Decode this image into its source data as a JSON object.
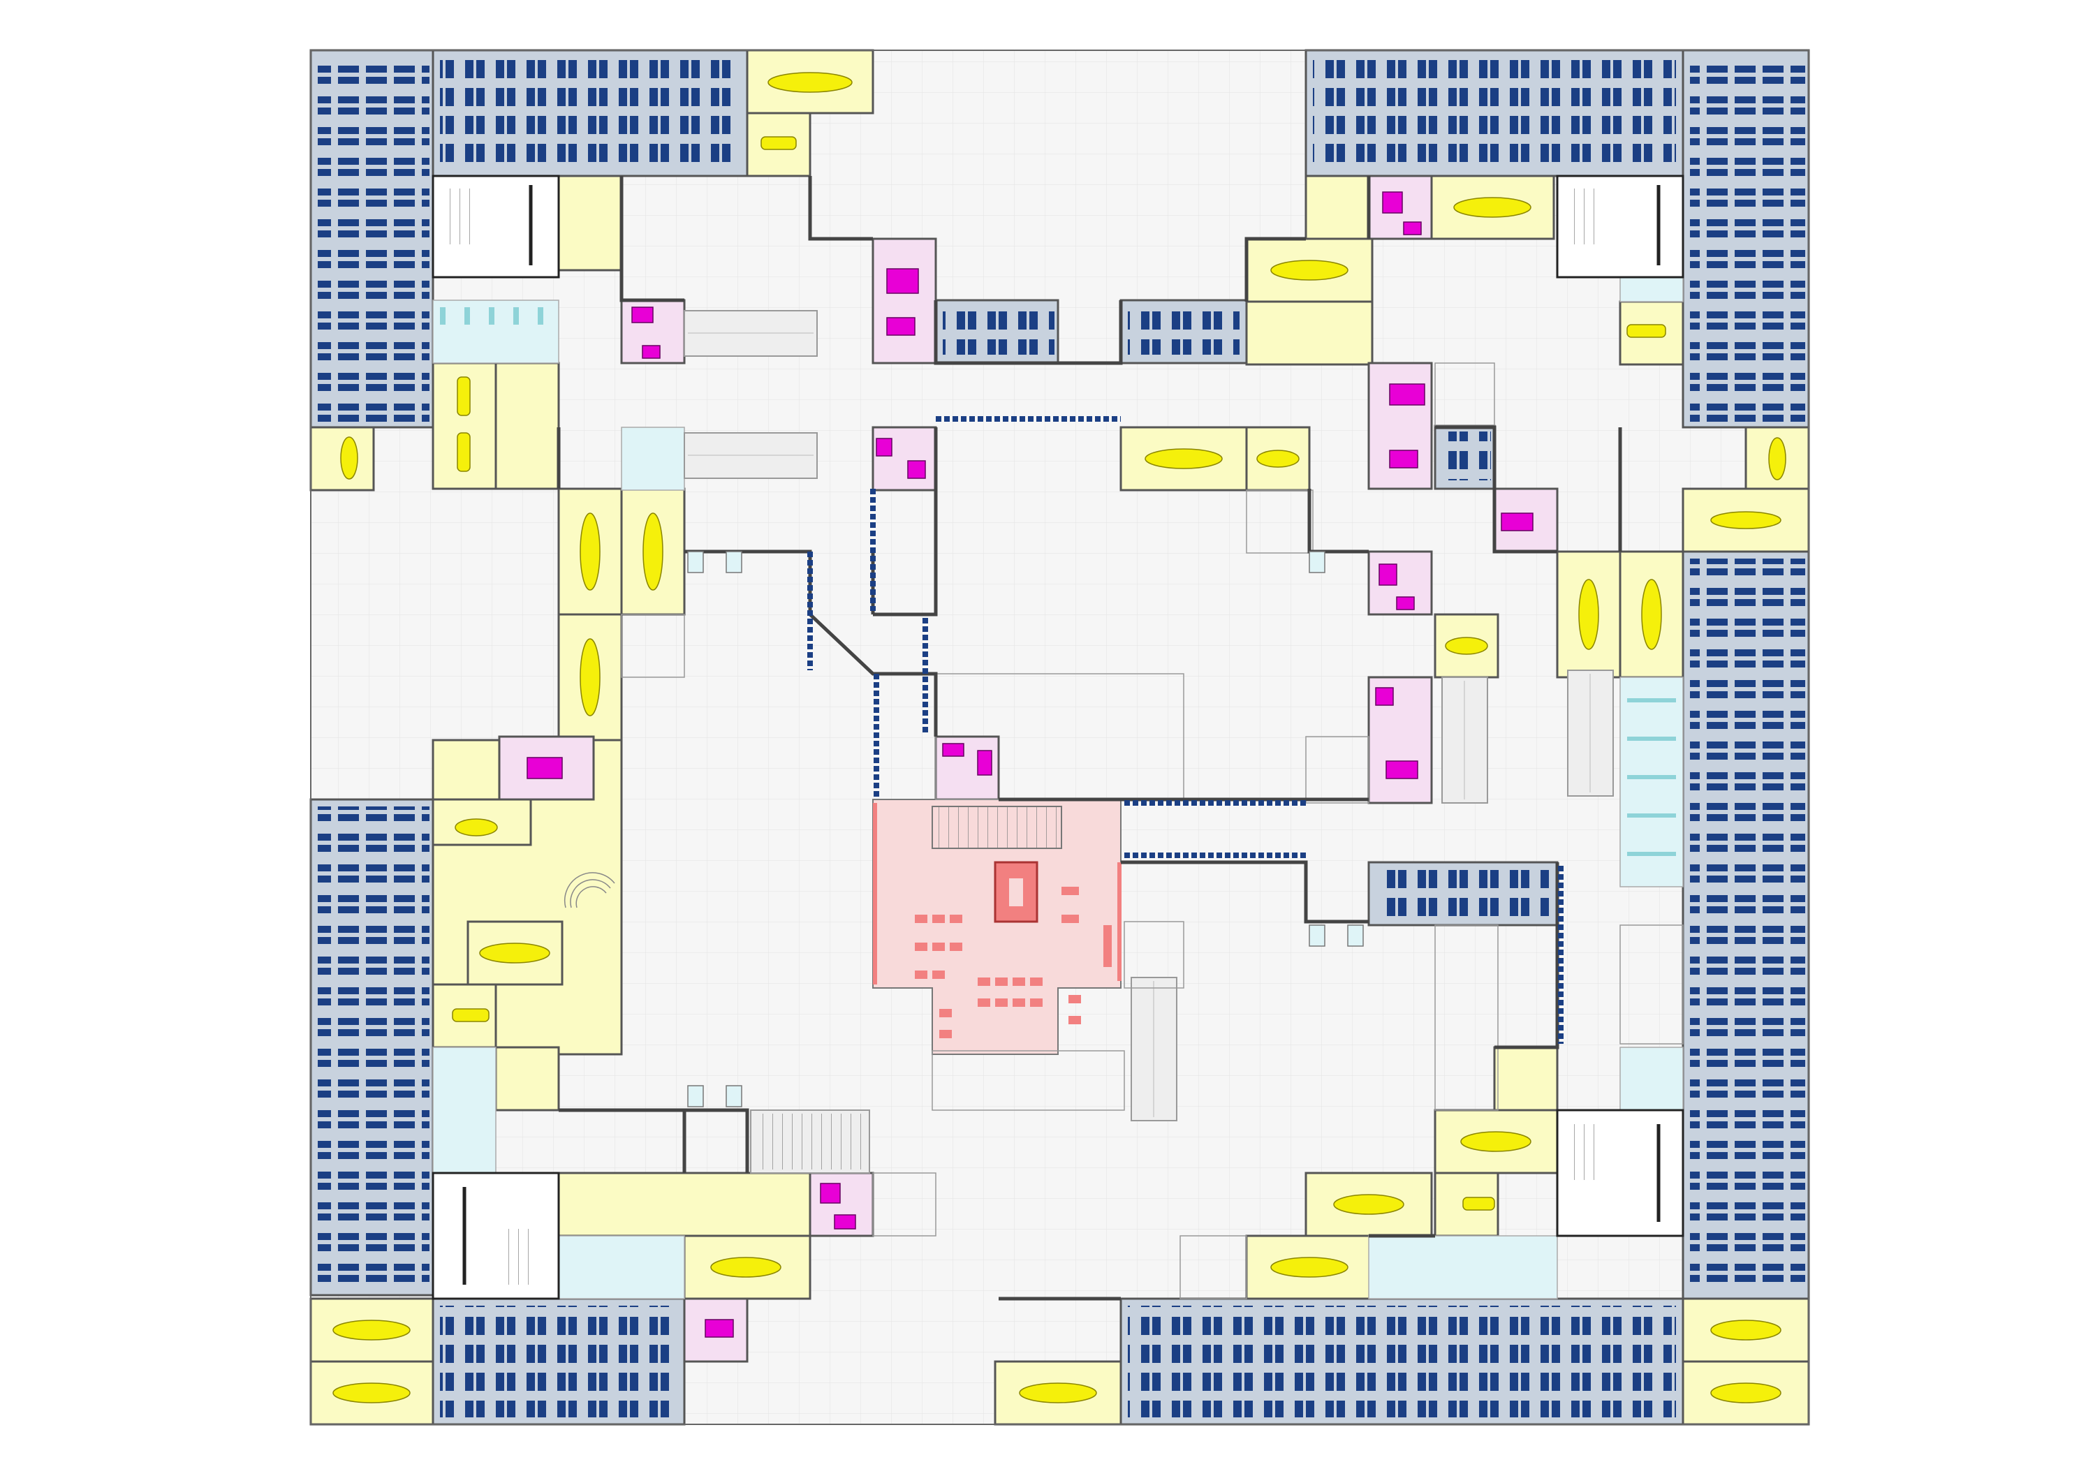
{
  "legend_colors": {
    "background": "#ffffff",
    "floor": "#f3f3f3",
    "grid": "#d9d9d9",
    "wall": "#333333",
    "workstations_zone": "#c8d2de",
    "workstation_desk": "#1b3f84",
    "meeting_room": "#fbfbc4",
    "meeting_table": "#f5f00b",
    "focus_room": "#f5dff2",
    "focus_furniture": "#e800d6",
    "canteen_zone": "#f8dada",
    "canteen_table": "#f28080",
    "circulation_glass": "#dff4f7",
    "glass_accent": "#8ed3d8",
    "escalator": "#cccccc"
  },
  "element_types": [
    "workstation-block",
    "meeting-room",
    "focus-room",
    "canteen",
    "core",
    "escalator",
    "atrium",
    "corridor"
  ]
}
